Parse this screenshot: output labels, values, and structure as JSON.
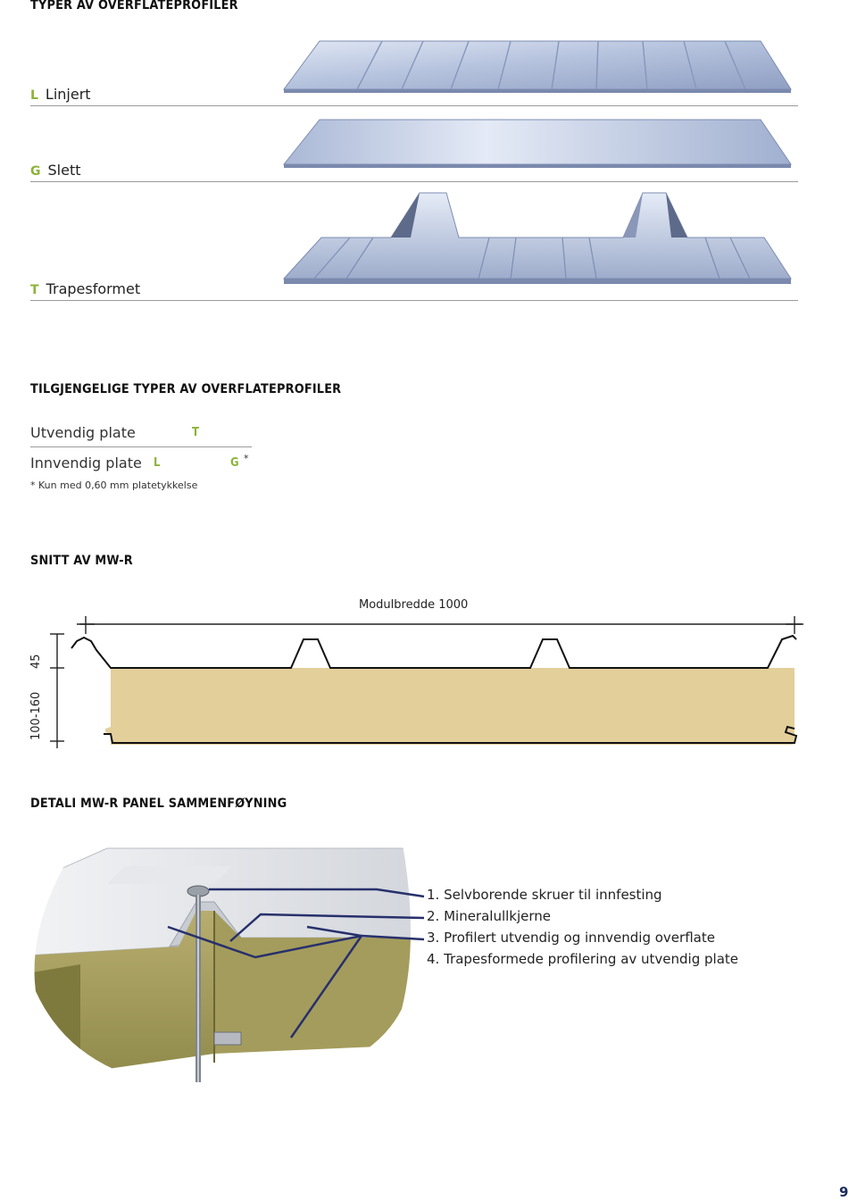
{
  "section_profiles": {
    "title": "TYPER AV OVERFLATEPROFILER",
    "items": [
      {
        "code": "L",
        "label": "Linjert"
      },
      {
        "code": "G",
        "label": "Slett"
      },
      {
        "code": "T",
        "label": "Trapesformet"
      }
    ]
  },
  "section_available": {
    "title": "TILGJENGELIGE TYPER AV OVERFLATEPROFILER",
    "row_outer_label": "Utvendig plate",
    "row_outer_code": "T",
    "row_inner_label": "Innvendig plate",
    "row_inner_code_1": "L",
    "row_inner_code_2": "G",
    "row_inner_asterisk": "*",
    "footnote": "* Kun med 0,60 mm platetykkelse"
  },
  "section_section": {
    "title": "SNITT AV MW-R",
    "module_label": "Modulbredde 1000",
    "dim_total": "100-160",
    "dim_rib": "45"
  },
  "section_detail": {
    "title": "DETALI MW-R PANEL SAMMENFØYNING",
    "items": [
      "1. Selvborende skruer til innfesting",
      "2. Mineralullkjerne",
      "3. Profilert utvendig og innvendig overflate",
      "4. Trapesformede profilering av utvendig plate"
    ]
  },
  "page_number": "9",
  "colors": {
    "accent_green": "#8cb33a",
    "metal_blue": "#aebbd6",
    "core_beige": "#e3cf9a",
    "callout_navy": "#27306b",
    "page_number": "#1b2a5e"
  }
}
